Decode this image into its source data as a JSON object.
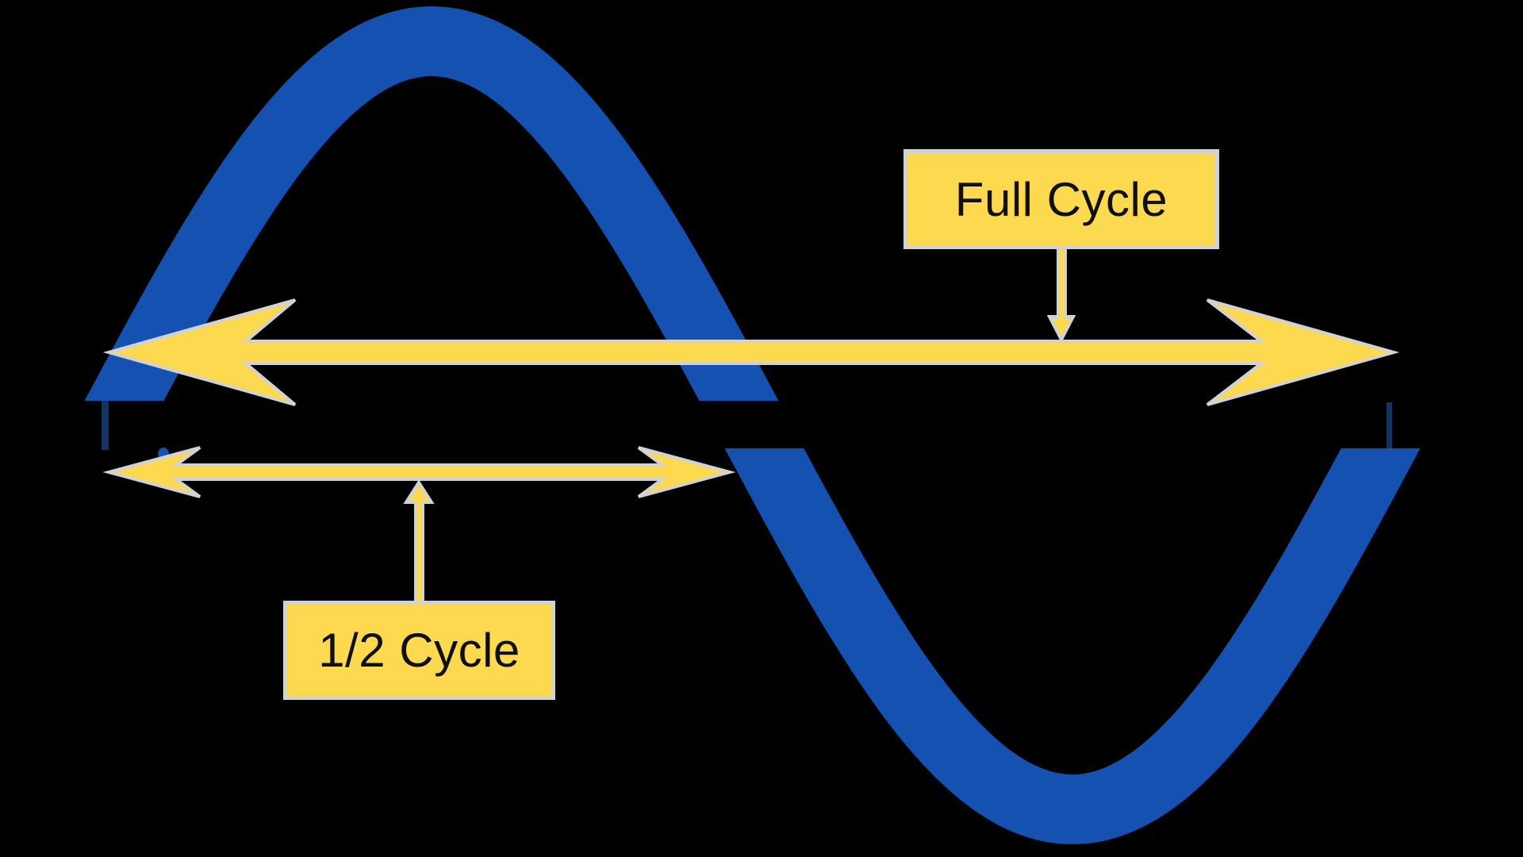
{
  "labels": {
    "full_cycle": "Full Cycle",
    "half_cycle": "1/2 Cycle"
  },
  "colors": {
    "background": "#000000",
    "wave_blue": "#1451B0",
    "arrow_yellow": "#FCD94E",
    "outline_gray": "#D2D2D2",
    "label_text_black": "#0F0F0F",
    "wave_edge_navy": "#16335F"
  },
  "diagram": {
    "wave_shape": "sine",
    "cycles_shown": 1,
    "annotations": [
      "Full Cycle",
      "1/2 Cycle"
    ]
  }
}
